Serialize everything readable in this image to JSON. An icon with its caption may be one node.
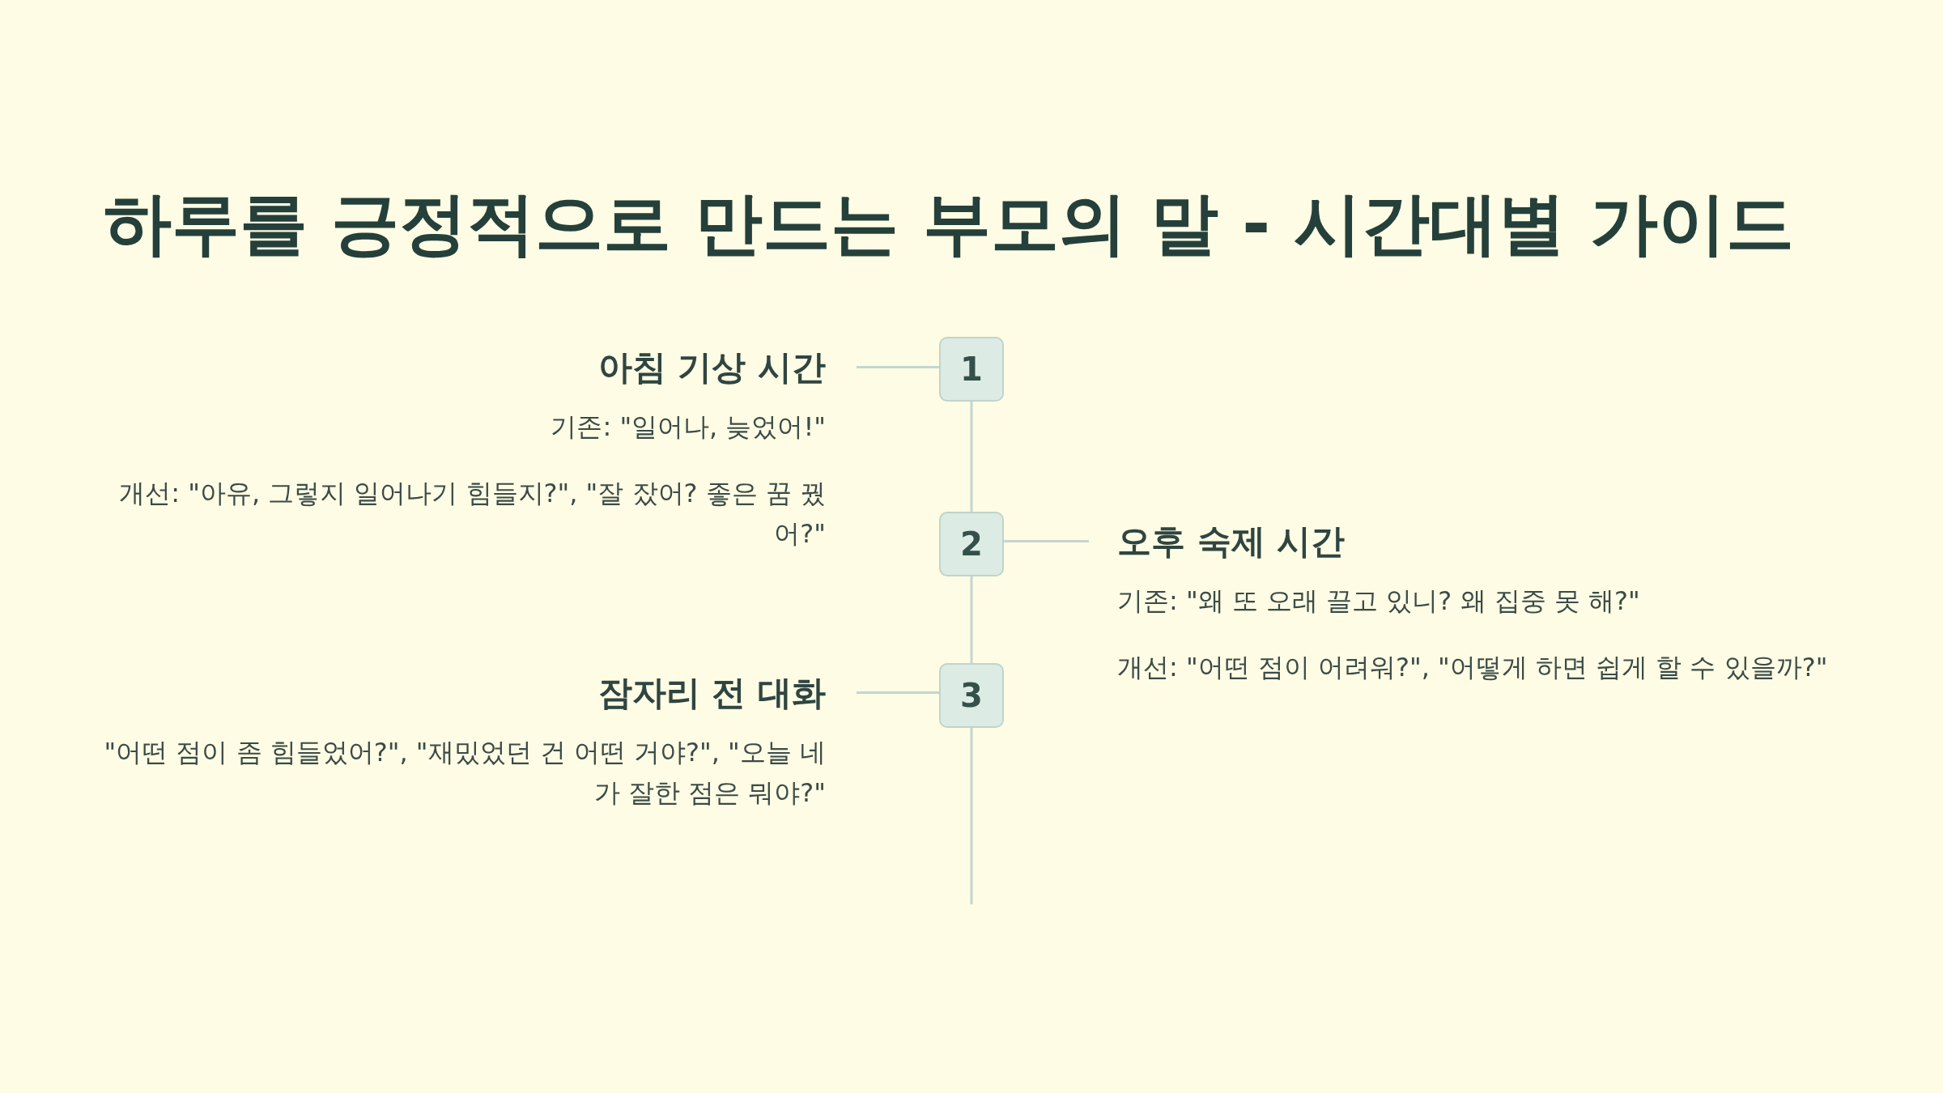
{
  "diagram": {
    "title": "하루를 긍정적으로 만드는 부모의 말 - 시간대별 가이드",
    "nodes": [
      {
        "text": [
          "아침 기상 시간",
          "기존: \"일어나, 늦었어!\"",
          "개선: \"아유, 그렇지 일어나기 힘들지?\", \"잘 잤어? 좋은 꿈 꿨어?\""
        ]
      },
      {
        "text": [
          "1"
        ]
      },
      {
        "text": [
          "2"
        ]
      },
      {
        "text": [
          "오후 숙제 시간",
          "기존: \"왜 또 오래 끌고 있니? 왜 집중 못 해?\"",
          "개선: \"어떤 점이 어려워?\", \"어떻게 하면 쉽게 할 수 있을까?\""
        ]
      },
      {
        "text": [
          "잠자리 전 대화",
          "\"어떤 점이 좀 힘들었어?\", \"재밌었던 건 어떤 거야?\", \"오늘 네가 잘한 점은 뭐야?\""
        ]
      },
      {
        "text": [
          "3"
        ]
      }
    ],
    "edges": [
      {
        "from": 0,
        "to": 1,
        "arrow": "none"
      },
      {
        "from": 1,
        "to": 2,
        "arrow": "none"
      },
      {
        "from": 2,
        "to": 3,
        "arrow": "none"
      },
      {
        "from": 2,
        "to": 5,
        "arrow": "none"
      },
      {
        "from": 4,
        "to": 5,
        "arrow": "none"
      },
      {
        "from": 5,
        "to": null,
        "arrow": "none"
      }
    ]
  }
}
